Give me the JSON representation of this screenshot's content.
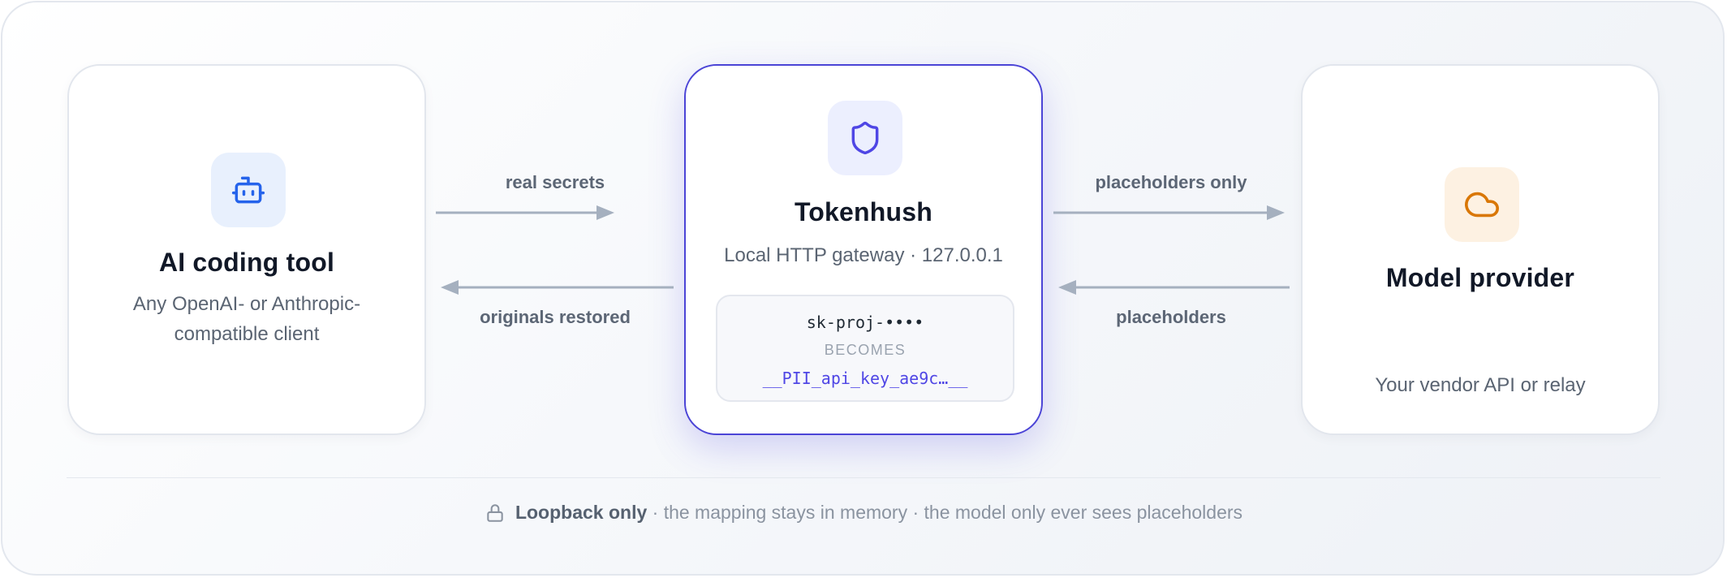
{
  "left_card": {
    "icon": "robot-icon",
    "title": "AI coding tool",
    "subtitle": "Any OpenAI- or Anthropic-compatible client",
    "accent": "#2563eb",
    "tile_bg": "#e8f0fd"
  },
  "center_card": {
    "icon": "shield-icon",
    "title": "Tokenhush",
    "subtitle": "Local HTTP gateway · 127.0.0.1",
    "example": {
      "original": "sk-proj-••••",
      "becomes": "BECOMES",
      "placeholder": "__PII_api_key_ae9c…__"
    },
    "accent": "#4f46e5",
    "tile_bg": "#eceffe"
  },
  "right_card": {
    "icon": "cloud-icon",
    "title": "Model provider",
    "subtitle": "Your vendor API or relay",
    "accent": "#d97706",
    "tile_bg": "#fdf1e2"
  },
  "arrows": {
    "left_forward": "real secrets",
    "left_back": "originals restored",
    "right_forward": "placeholders only",
    "right_back": "placeholders"
  },
  "footer": {
    "icon": "lock-icon",
    "strong": "Loopback only",
    "text": " · the mapping stays in memory · the model only ever sees placeholders"
  }
}
